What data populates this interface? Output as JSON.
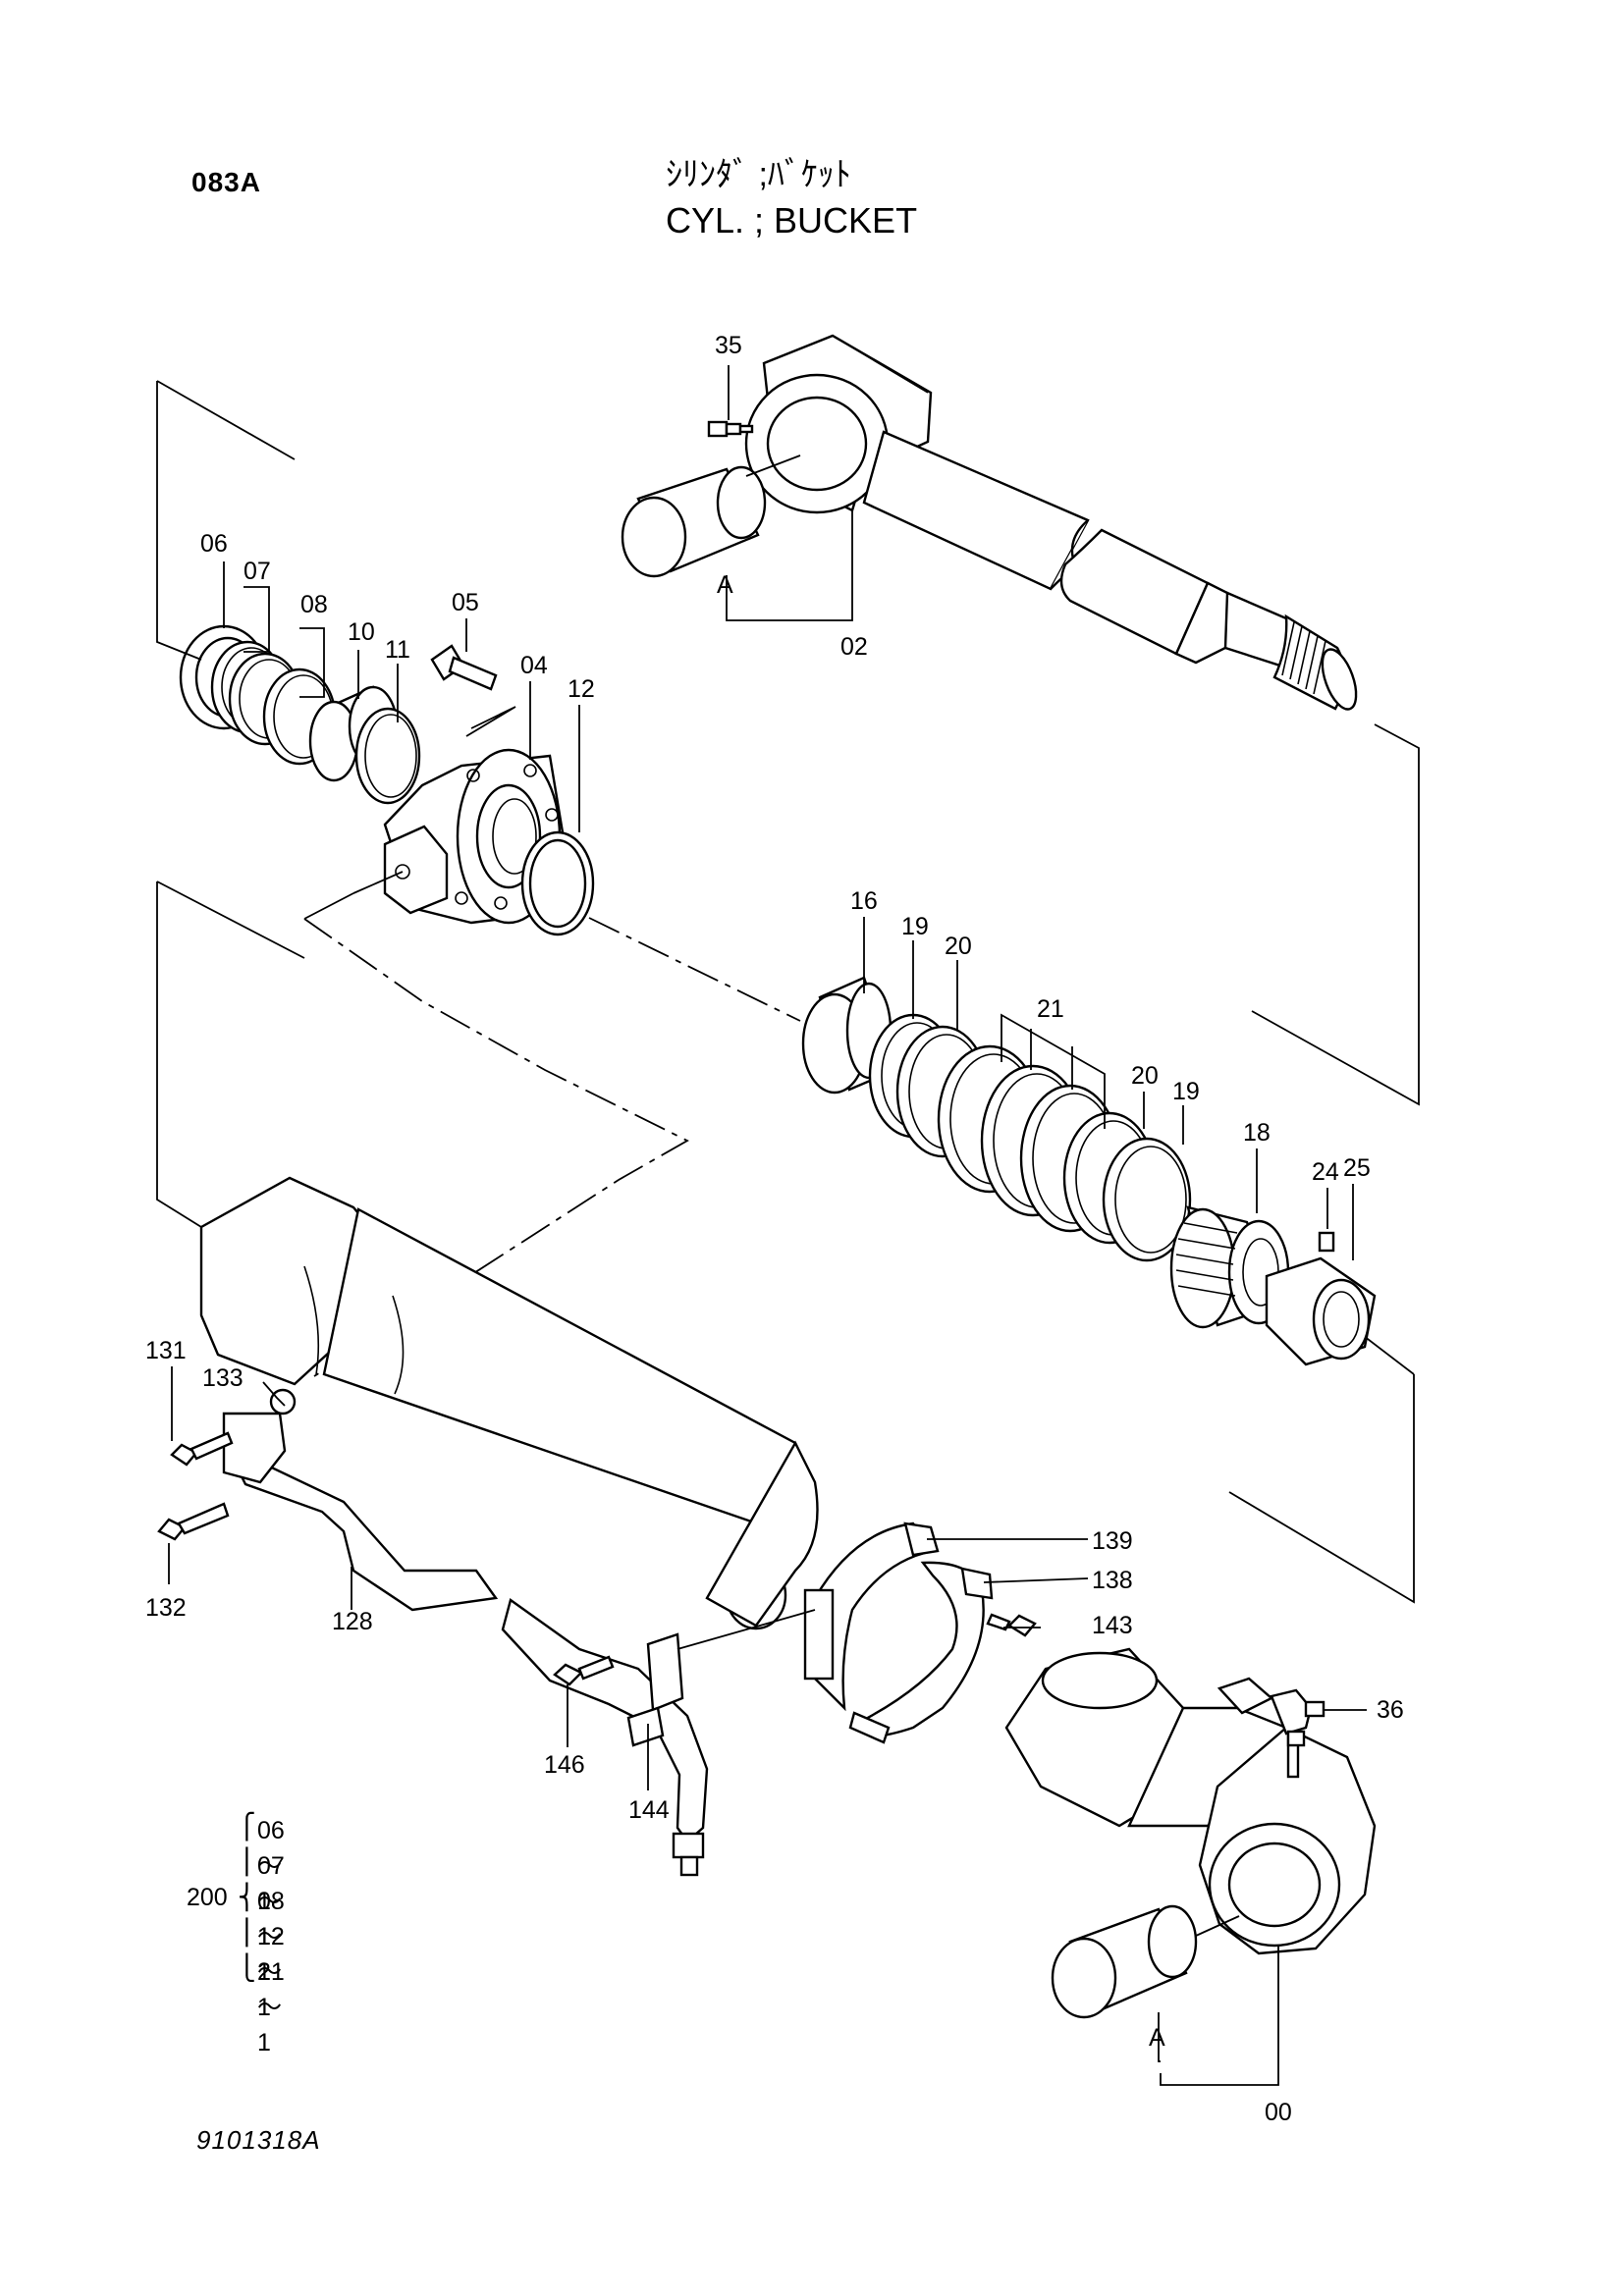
{
  "header": {
    "page_code": "083A",
    "title_jp": "ｼﾘﾝﾀﾞ ;ﾊﾞｹｯﾄ",
    "title_en": "CYL. ; BUCKET"
  },
  "callouts": {
    "p35": "35",
    "p02": "02",
    "A_top": "A",
    "p06": "06",
    "p07": "07",
    "p08": "08",
    "p10": "10",
    "p11": "11",
    "p05": "05",
    "p04": "04",
    "p12": "12",
    "p16": "16",
    "p19a": "19",
    "p20a": "20",
    "p21": "21",
    "p20b": "20",
    "p19b": "19",
    "p18": "18",
    "p24": "24",
    "p25": "25",
    "p131": "131",
    "p133": "133",
    "p132": "132",
    "p128": "128",
    "p139": "139",
    "p138": "138",
    "p143": "143",
    "p146": "146",
    "p144": "144",
    "p36": "36",
    "A_bottom": "A",
    "p00": "00"
  },
  "kit": {
    "label": "200",
    "items": [
      "06 ～ 1",
      "07 ～ 1",
      "08 ～ 1",
      "12 ～ 1",
      "21 ～ 1"
    ]
  },
  "footer": {
    "drawing_no": "9101318A"
  }
}
